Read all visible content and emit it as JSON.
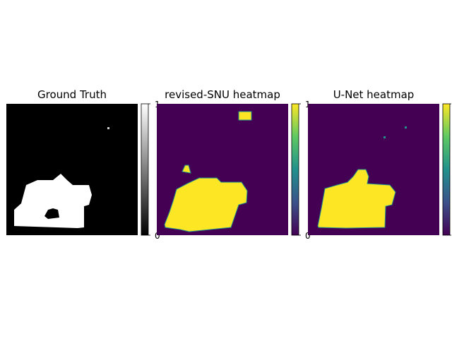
{
  "chart_data": [
    {
      "type": "heatmap",
      "title": "Ground Truth",
      "colormap": "gray",
      "colorbar": {
        "min": 0,
        "max": 1,
        "tick_labels": [
          "0",
          "1"
        ]
      },
      "grid": false,
      "regions": {
        "blobs": [
          [
            [
              20,
              320
            ],
            [
              20,
              297
            ],
            [
              30,
              288
            ],
            [
              37,
              262
            ],
            [
              53,
              255
            ],
            [
              75,
              255
            ],
            [
              86,
              246
            ],
            [
              95,
              255
            ],
            [
              103,
              262
            ],
            [
              126,
              262
            ],
            [
              130,
              276
            ],
            [
              126,
              290
            ],
            [
              119,
              292
            ],
            [
              119,
              322
            ],
            [
              110,
              323
            ]
          ]
        ],
        "holes": [
          [
            [
              63,
              306
            ],
            [
              68,
              297
            ],
            [
              75,
              295
            ],
            [
              82,
              297
            ],
            [
              84,
              308
            ],
            [
              68,
              310
            ]
          ]
        ],
        "specks": [
          [
            152,
            180,
            3,
            3
          ]
        ]
      }
    },
    {
      "type": "heatmap",
      "title": "revised-SNU heatmap",
      "colormap": "viridis",
      "colorbar": {
        "min": 0,
        "max": 1,
        "tick_labels": [
          "0",
          "1"
        ]
      },
      "grid": false,
      "regions": {
        "blobs": [
          [
            [
              233,
              318
            ],
            [
              240,
              300
            ],
            [
              245,
              285
            ],
            [
              250,
              268
            ],
            [
              265,
              260
            ],
            [
              282,
              252
            ],
            [
              307,
              252
            ],
            [
              313,
              258
            ],
            [
              342,
              258
            ],
            [
              350,
              270
            ],
            [
              349,
              287
            ],
            [
              338,
              290
            ],
            [
              327,
              322
            ],
            [
              268,
              328
            ],
            [
              255,
              325
            ],
            [
              234,
              322
            ]
          ],
          [
            [
              258,
              243
            ],
            [
              262,
              234
            ],
            [
              267,
              234
            ],
            [
              270,
              245
            ]
          ],
          [
            [
              338,
              158
            ],
            [
              356,
              158
            ],
            [
              356,
              170
            ],
            [
              338,
              170
            ]
          ]
        ],
        "holes": [],
        "specks": []
      }
    },
    {
      "type": "heatmap",
      "title": "U-Net heatmap",
      "colormap": "viridis",
      "colorbar": {
        "min": 0,
        "max": 1,
        "tick_labels": []
      },
      "grid": false,
      "regions": {
        "blobs": [
          [
            [
              450,
              320
            ],
            [
              455,
              295
            ],
            [
              460,
              267
            ],
            [
              477,
              262
            ],
            [
              492,
              258
            ],
            [
              500,
              250
            ],
            [
              507,
              240
            ],
            [
              518,
              240
            ],
            [
              522,
              250
            ],
            [
              520,
              260
            ],
            [
              552,
              262
            ],
            [
              560,
              272
            ],
            [
              555,
              290
            ],
            [
              546,
              292
            ],
            [
              545,
              322
            ],
            [
              490,
              323
            ],
            [
              451,
              322
            ]
          ]
        ],
        "holes": [],
        "specks": [
          [
            543,
            193,
            3,
            3
          ],
          [
            573,
            179,
            3,
            3
          ]
        ]
      }
    }
  ],
  "colors": {
    "gray_low": "#000000",
    "gray_high": "#ffffff",
    "viridis_low": "#440154",
    "viridis_high": "#fde725",
    "edge_mid": "#21918c"
  }
}
